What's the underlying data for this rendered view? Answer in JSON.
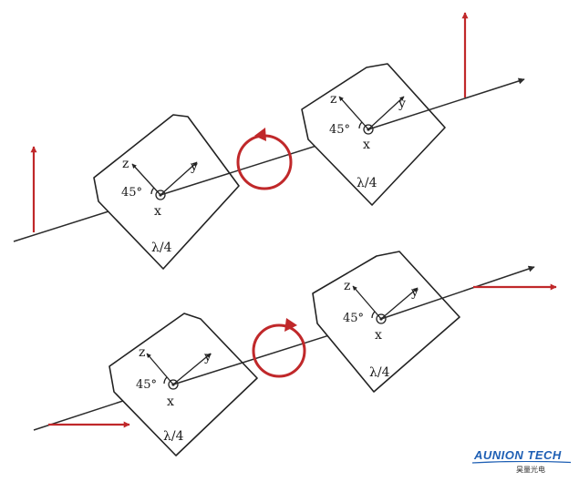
{
  "labels": {
    "z": "z",
    "y": "y",
    "x": "x",
    "angle": "45°",
    "waveplate": "λ/4"
  },
  "colors": {
    "polarization": "#c0282a",
    "lines": "#222222",
    "logo": "#1e5fb4"
  },
  "logo": {
    "main": "AUNION TECH",
    "sub": "昊量光电"
  }
}
